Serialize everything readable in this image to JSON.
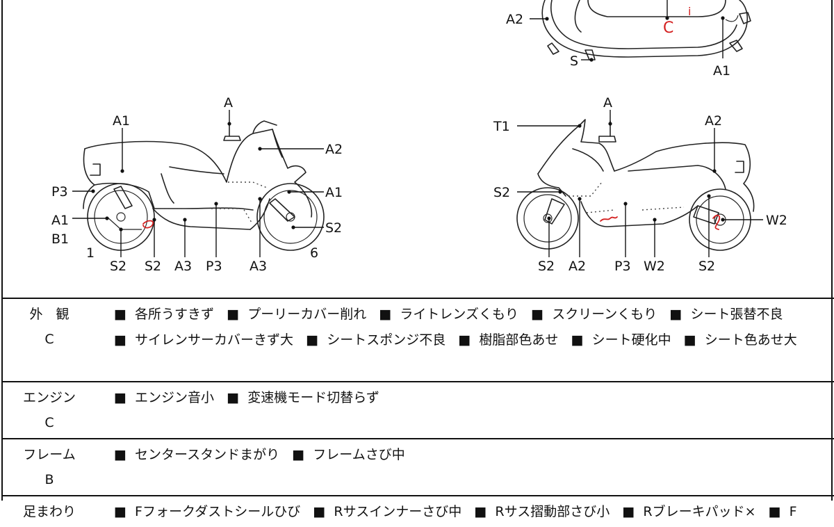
{
  "diagram": {
    "top_view_labels": {
      "a2": "A2",
      "s": "S",
      "a1": "A1",
      "mark_c": "C",
      "mark_i": "i"
    },
    "left_view_labels": {
      "a_top": "A",
      "a1_seat": "A1",
      "a2_shield": "A2",
      "p3_rear": "P3",
      "a1_front": "A1",
      "a1_b1_l1": "A1",
      "a1_b1_l2": "B1",
      "s2_front": "S2",
      "num1": "1",
      "s2_rear": "S2",
      "s2_mid": "S2",
      "a3_left": "A3",
      "p3_floor": "P3",
      "a3_right": "A3",
      "num6": "6"
    },
    "right_view_labels": {
      "a_top": "A",
      "t1": "T1",
      "a2_rear": "A2",
      "s2_fork": "S2",
      "w2_wheel": "W2",
      "s2_front": "S2",
      "a2_front": "A2",
      "p3_floor": "P3",
      "w2_floor": "W2",
      "s2_rear": "S2"
    }
  },
  "grades": [
    {
      "title": "外　観",
      "grade": "C",
      "items": [
        "各所うすきず",
        "プーリーカバー削れ",
        "ライトレンズくもり",
        "スクリーンくもり",
        "シート張替不良",
        "サイレンサーカバーきず大",
        "シートスポンジ不良",
        "樹脂部色あせ",
        "シート硬化中",
        "シート色あせ大"
      ]
    },
    {
      "title": "エンジン",
      "grade": "C",
      "items": [
        "エンジン音小",
        "変速機モード切替らず"
      ]
    },
    {
      "title": "フレーム",
      "grade": "B",
      "items": [
        "センタースタンドまがり",
        "フレームさび中"
      ]
    },
    {
      "title": "足まわり",
      "grade": "",
      "items": [
        "Fフォークダストシールひび",
        "Rサスインナーさび中",
        "Rサス摺動部さび小",
        "Rブレーキパッド×",
        "F"
      ]
    }
  ],
  "colors": {
    "ink": "#111111",
    "marker": "#d42020",
    "paper": "#ffffff"
  }
}
